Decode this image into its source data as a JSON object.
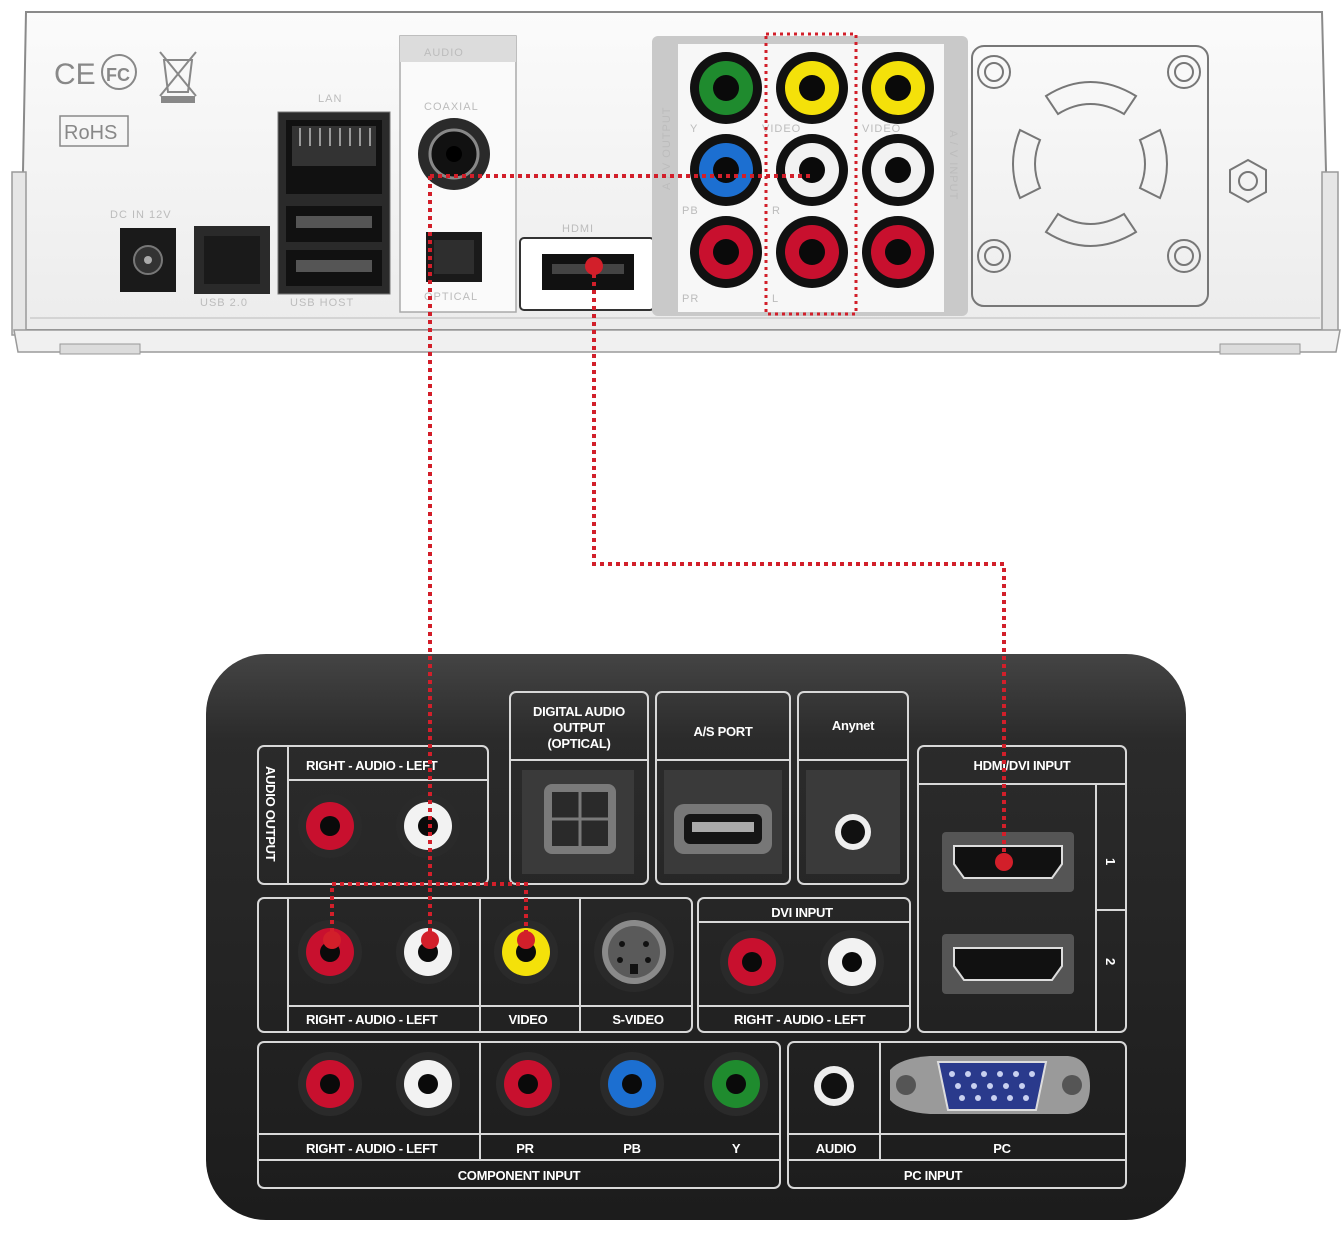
{
  "colors": {
    "cable": "#d21f2a",
    "rca_red": "#c8102e",
    "rca_white": "#f2f2f2",
    "rca_yellow": "#f4e10a",
    "rca_green": "#1f8b2e",
    "rca_blue": "#1c6fd1",
    "tv_panel": "#2a2a2a",
    "device_body": "#f4f4f4"
  },
  "device": {
    "logos": {
      "ce": "CE",
      "fc": "FC",
      "rohs": "RoHS"
    },
    "labels": {
      "lan": "LAN",
      "audio": "AUDIO",
      "coaxial": "COAXIAL",
      "optical": "OPTICAL",
      "hdmi": "HDMI",
      "av_output": "A / V OUTPUT",
      "av_input": "A / V INPUT",
      "dc_in": "DC IN 12V",
      "usb20": "USB 2.0",
      "usb_host": "USB HOST",
      "video": "VIDEO",
      "video_in": "VIDEO",
      "y": "Y",
      "pb": "PB",
      "pr": "PR",
      "r": "R",
      "l": "L"
    }
  },
  "tv": {
    "labels": {
      "audio_output": "AUDIO OUTPUT",
      "right_audio_left": "RIGHT - AUDIO - LEFT",
      "digital_audio_l1": "DIGITAL AUDIO",
      "digital_audio_l2": "OUTPUT",
      "digital_audio_l3": "(OPTICAL)",
      "as_port": "A/S PORT",
      "anynet": "Anynet",
      "hdmi_dvi_input": "HDMI/DVI INPUT",
      "hdmi_1": "1",
      "hdmi_2": "2",
      "video": "VIDEO",
      "s_video": "S-VIDEO",
      "dvi_input": "DVI INPUT",
      "pr": "PR",
      "pb": "PB",
      "y": "Y",
      "component_input": "COMPONENT INPUT",
      "audio": "AUDIO",
      "pc": "PC",
      "pc_input": "PC INPUT"
    }
  }
}
